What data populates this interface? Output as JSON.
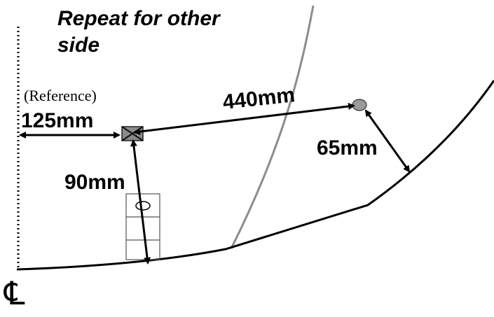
{
  "title": {
    "line1": "Repeat for other",
    "line2": "side"
  },
  "labels": {
    "reference": "(Reference)",
    "left_dimension": "125mm",
    "top_dimension": "440mm",
    "right_dimension": "65mm",
    "vertical_dimension": "90mm"
  },
  "centerline_symbol": "℄",
  "colors": {
    "ink": "#000000",
    "secondary_curve": "#8c8c8c",
    "marker_fill": "#9a9a9a"
  }
}
